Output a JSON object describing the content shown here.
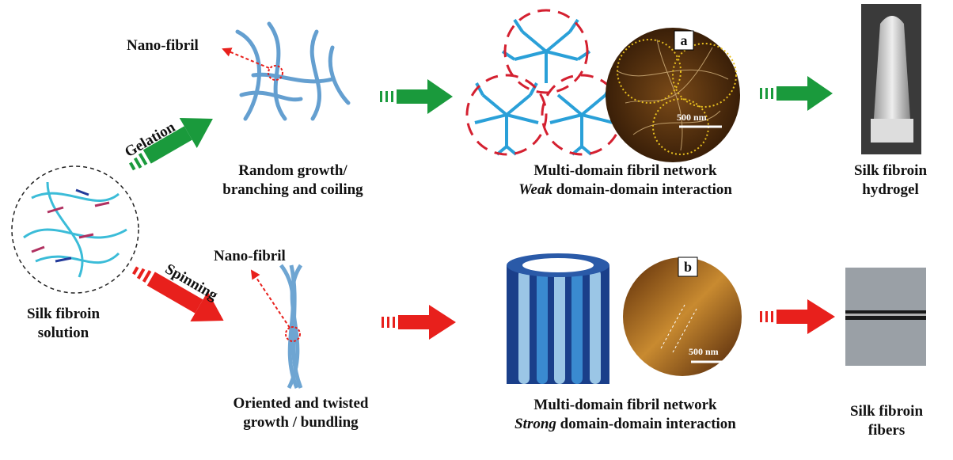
{
  "labels": {
    "nano_fibril_top": "Nano-fibril",
    "nano_fibril_bottom": "Nano-fibril",
    "gelation": "Gelation",
    "spinning": "Spinning",
    "random_growth_line1": "Random growth/",
    "random_growth_line2": "branching and coiling",
    "oriented_line1": "Oriented and twisted",
    "oriented_line2": "growth / bundling",
    "network_top_line1": "Multi-domain fibril network",
    "network_top_line2_em": "Weak",
    "network_top_line2_rest": " domain-domain interaction",
    "network_bottom_line1": "Multi-domain fibril network",
    "network_bottom_line2_em": "Strong",
    "network_bottom_line2_rest": " domain-domain interaction",
    "solution_line1": "Silk fibroin",
    "solution_line2": "solution",
    "hydrogel_line1": "Silk fibroin",
    "hydrogel_line2": "hydrogel",
    "fibers_line1": "Silk fibroin",
    "fibers_line2": "fibers",
    "panel_a": "a",
    "panel_b": "b",
    "scale_a": "500 nm",
    "scale_b": "500 nm"
  },
  "colors": {
    "green": "#1a9a3c",
    "red": "#e8201c",
    "fibril_blue": "#4a8fc8",
    "dendrite": "#2aa0d8"
  }
}
